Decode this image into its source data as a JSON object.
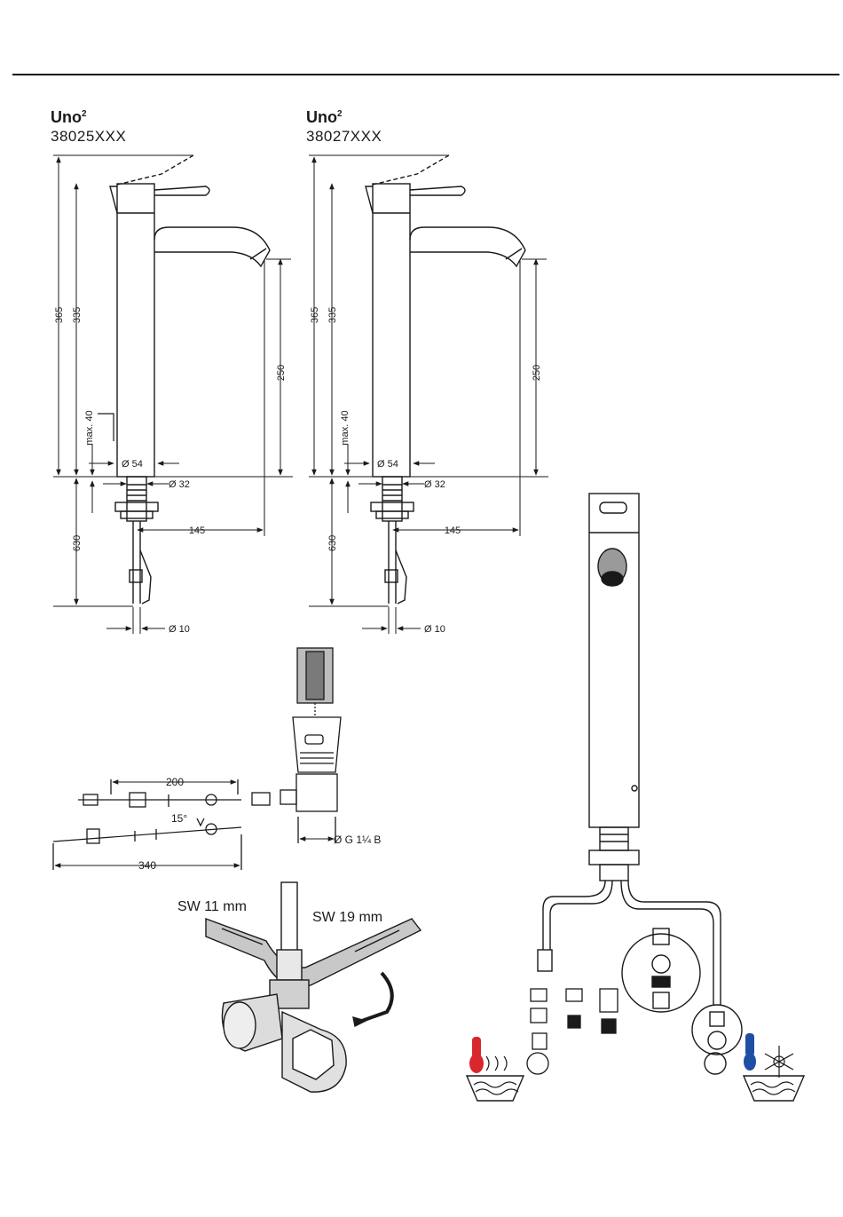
{
  "models": [
    {
      "name": "Uno",
      "sup": "2",
      "code": "38025XXX"
    },
    {
      "name": "Uno",
      "sup": "2",
      "code": "38027XXX"
    }
  ],
  "dims": {
    "h365": "365",
    "h335": "335",
    "h250": "250",
    "max40": "max. 40",
    "d54": "Ø 54",
    "d32": "Ø 32",
    "h630": "630",
    "l145": "145",
    "d10": "Ø 10"
  },
  "waste": {
    "l200": "200",
    "l340": "340",
    "angle": "15°",
    "thread": "Ø G 1¼ B"
  },
  "wrench": {
    "sw11": "SW 11 mm",
    "sw19": "SW 19 mm"
  },
  "colors": {
    "hot": "#d9272e",
    "cold": "#1f4fa3",
    "line": "#1a1a1a"
  }
}
